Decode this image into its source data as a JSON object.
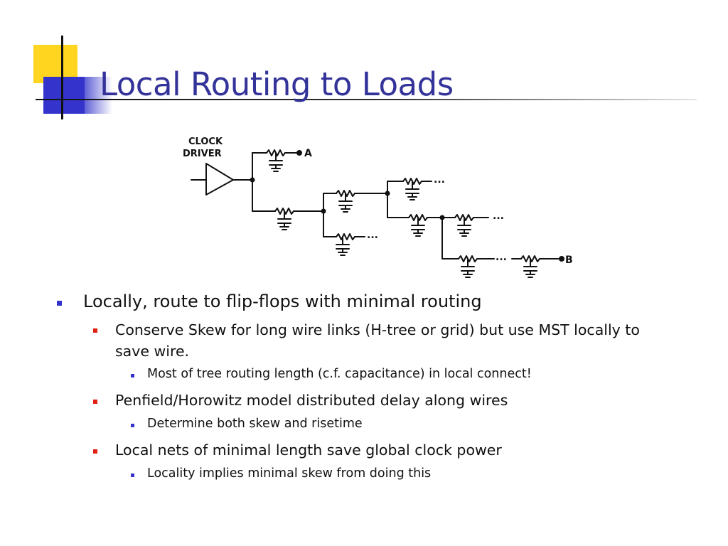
{
  "slide": {
    "title": "Local Routing to Loads",
    "figure": {
      "driver_label_line1": "CLOCK",
      "driver_label_line2": "DRIVER",
      "load_a": "A",
      "load_b": "B",
      "ellipsis": "..."
    },
    "bullets": [
      {
        "text": "Locally, route to flip-flops with minimal routing",
        "children": [
          {
            "text": "Conserve Skew for long wire links (H-tree or grid) but use MST locally to save wire.",
            "line1": "Conserve Skew for long wire links (H-tree or grid) but use MST locally to",
            "line2": "save wire.",
            "children": [
              "Most of tree routing length (c.f. capacitance) in local connect!"
            ]
          },
          {
            "text": "Penfield/Horowitz model distributed delay along wires",
            "children": [
              "Determine both skew and risetime"
            ]
          },
          {
            "text": "Local nets of minimal length save global clock power",
            "children": [
              "Locality implies minimal skew from doing this"
            ]
          }
        ]
      }
    ]
  },
  "colors": {
    "title": "#33339A",
    "accent_blue": "#3434CC",
    "accent_yellow": "#FFD51F",
    "bullet_level2": "#E02010"
  }
}
